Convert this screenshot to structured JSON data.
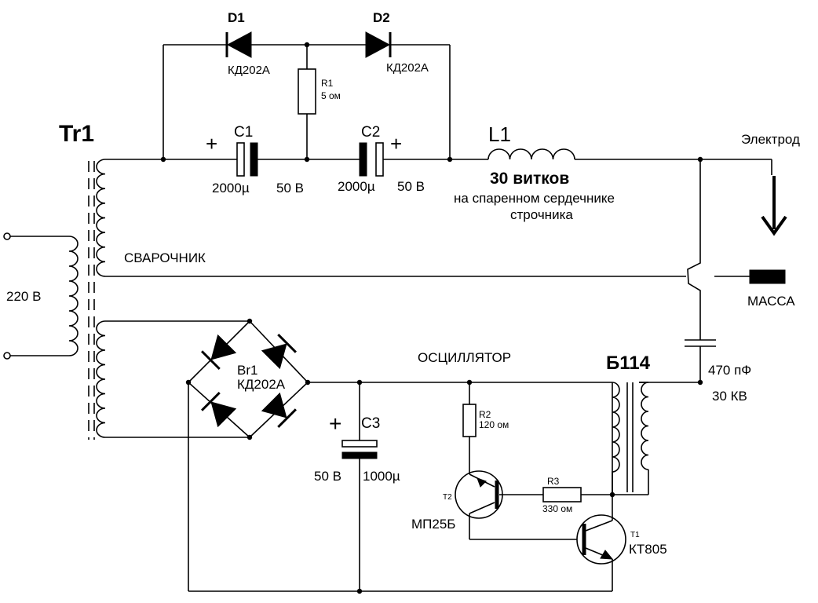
{
  "diagram": {
    "transformer": {
      "label": "Tr1"
    },
    "input": {
      "label": "220 В"
    },
    "welder": {
      "label": "СВАРОЧНИК"
    },
    "d1": {
      "label": "D1",
      "part": "КД202А"
    },
    "d2": {
      "label": "D2",
      "part": "КД202А"
    },
    "r1": {
      "label": "R1",
      "value": "5 ом"
    },
    "c1": {
      "label": "C1",
      "plus": "+",
      "capacity": "2000µ",
      "voltage": "50 В"
    },
    "c2": {
      "label": "C2",
      "plus": "+",
      "capacity": "2000µ",
      "voltage": "50 В"
    },
    "l1": {
      "label": "L1",
      "turns": "30 витков",
      "note_line1": "на спаренном сердечнике",
      "note_line2": "строчника"
    },
    "electrode": {
      "label": "Электрод"
    },
    "mass": {
      "label": "МАССА"
    },
    "hv_cap": {
      "value": "470 пФ",
      "voltage": "30 КВ"
    },
    "bridge": {
      "label": "Br1",
      "part": "КД202А"
    },
    "oscillator": {
      "label": "ОСЦИЛЛЯТОР"
    },
    "b114": {
      "label": "Б114"
    },
    "c3": {
      "label": "C3",
      "plus": "+",
      "voltage": "50 В",
      "capacity": "1000µ"
    },
    "r2": {
      "label": "R2",
      "value": "120 ом"
    },
    "r3": {
      "label": "R3",
      "value": "330 ом"
    },
    "t1": {
      "label": "T1",
      "part": "КТ805"
    },
    "t2": {
      "label": "T2",
      "part": "МП25Б"
    }
  }
}
